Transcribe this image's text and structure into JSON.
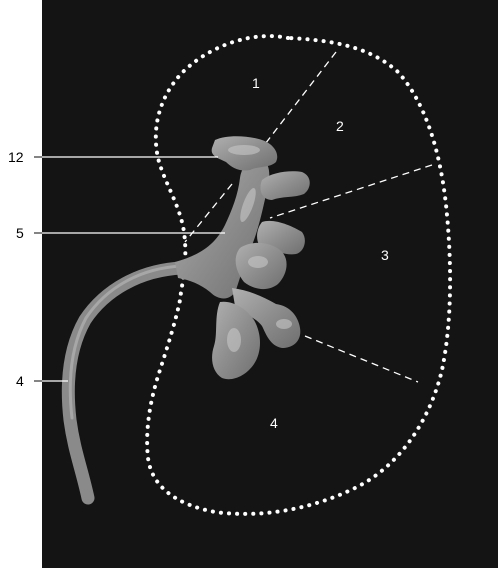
{
  "figure": {
    "labels_left": [
      {
        "id": "12",
        "text": "12"
      },
      {
        "id": "5",
        "text": "5"
      },
      {
        "id": "4",
        "text": "4"
      }
    ],
    "segments": [
      {
        "id": "s1",
        "text": "1"
      },
      {
        "id": "s2",
        "text": "2"
      },
      {
        "id": "s3",
        "text": "3"
      },
      {
        "id": "s4",
        "text": "4"
      }
    ]
  },
  "colors": {
    "background": "#141414",
    "cast": "#8d8d8d",
    "outline": "#ffffff",
    "page": "#ffffff"
  }
}
